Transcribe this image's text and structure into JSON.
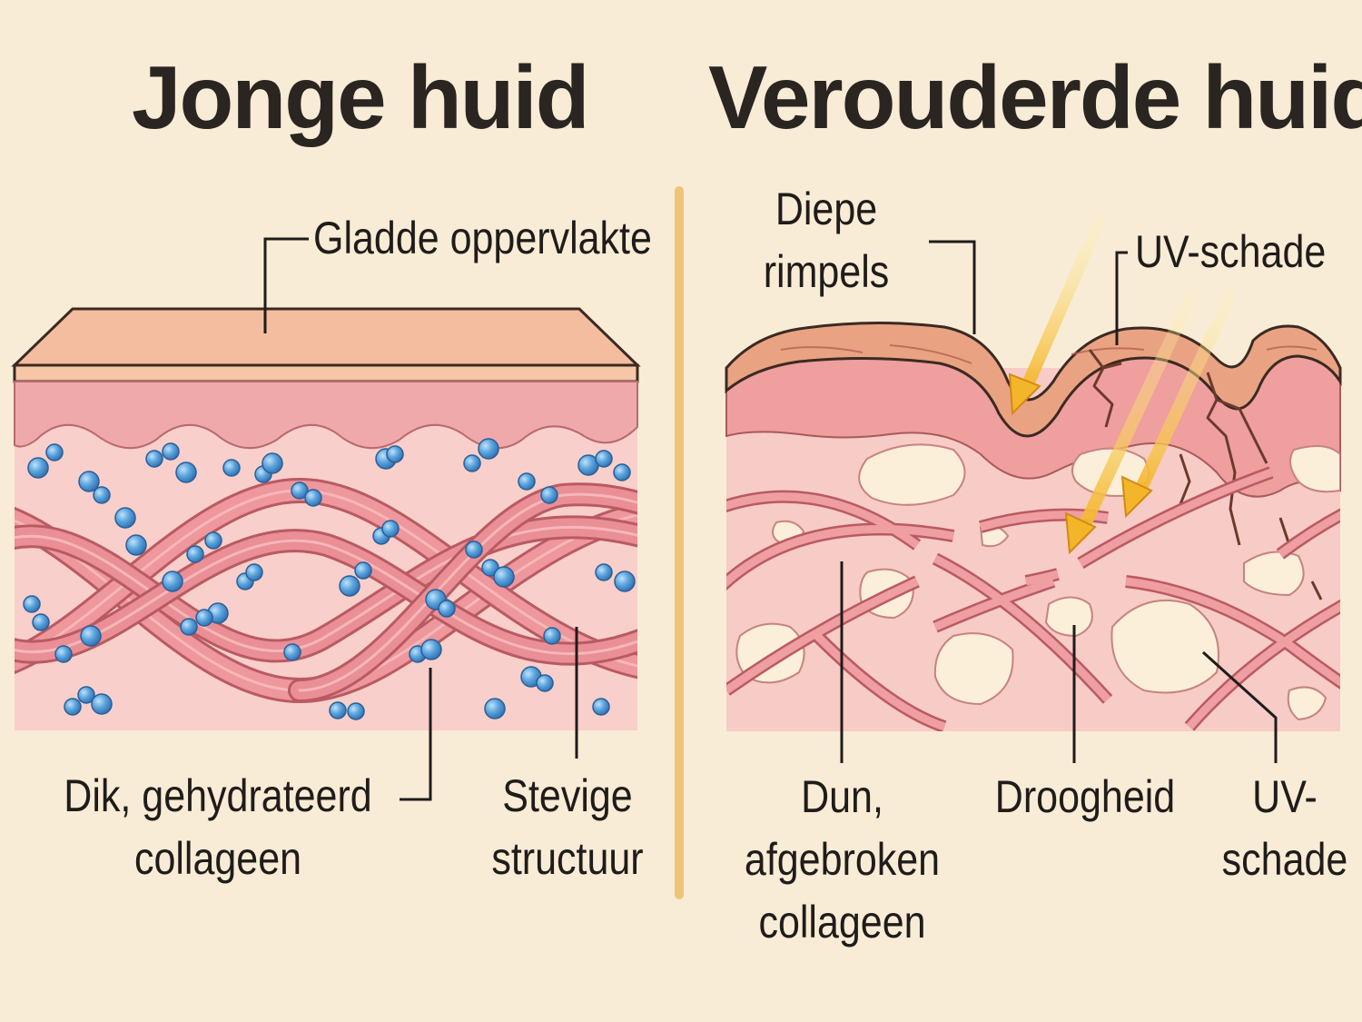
{
  "titles": {
    "young": "Jonge huid",
    "aged": "Verouderde huid"
  },
  "young_labels": {
    "smooth_surface": "Gladde oppervlakte",
    "thick_collagen_line1": "Dik, gehydrateerd",
    "thick_collagen_line2": "collageen",
    "firm_structure_line1": "Stevige",
    "firm_structure_line2": "structuur"
  },
  "aged_labels": {
    "deep_wrinkles_line1": "Diepe",
    "deep_wrinkles_line2": "rimpels",
    "uv_damage_top": "UV-schade",
    "thin_collagen_line1": "Dun,",
    "thin_collagen_line2": "afgebroken",
    "thin_collagen_line3": "collageen",
    "dryness": "Droogheid",
    "uv_damage_bottom_line1": "UV-",
    "uv_damage_bottom_line2": "schade"
  },
  "colors": {
    "background": "#f9ecd6",
    "epidermis_top": "#f2b89a",
    "dermis": "#f5c2bc",
    "collagen": "#ea8f95",
    "water_droplet": "#5aa3dc",
    "uv_ray": "#f5c33b",
    "divider": "#f0c476"
  }
}
